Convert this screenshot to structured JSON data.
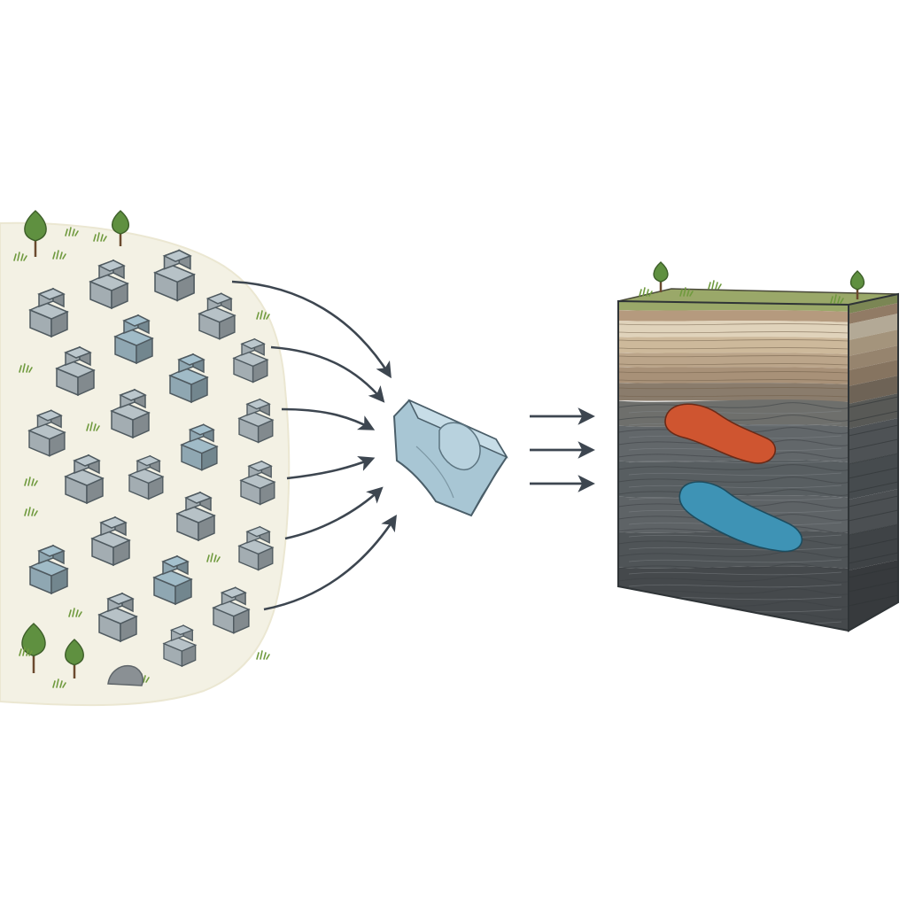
{
  "diagram": {
    "stages": [
      {
        "id": "field",
        "kind": "scattered-blocks"
      },
      {
        "id": "model",
        "kind": "single-block"
      },
      {
        "id": "section",
        "kind": "subsurface-cross-section"
      }
    ],
    "connections": [
      {
        "from": "field",
        "to": "model",
        "count": 6,
        "style": "curved-arrow"
      },
      {
        "from": "model",
        "to": "section",
        "count": 3,
        "style": "straight-arrow"
      }
    ]
  },
  "colors": {
    "ground": "#f3f1e4",
    "block_gray": "#a3adb2",
    "block_blue": "#8fa7b2",
    "model_block": "#a8c6d4",
    "arrow": "#3d4650",
    "grass_top": "#9aa869",
    "soil_light": "#cdb99b",
    "soil_mid": "#a89178",
    "rock_dark": "#555b5e",
    "lens_red": "#cf5530",
    "lens_blue": "#3e93b5",
    "tree_green": "#5f9040"
  }
}
